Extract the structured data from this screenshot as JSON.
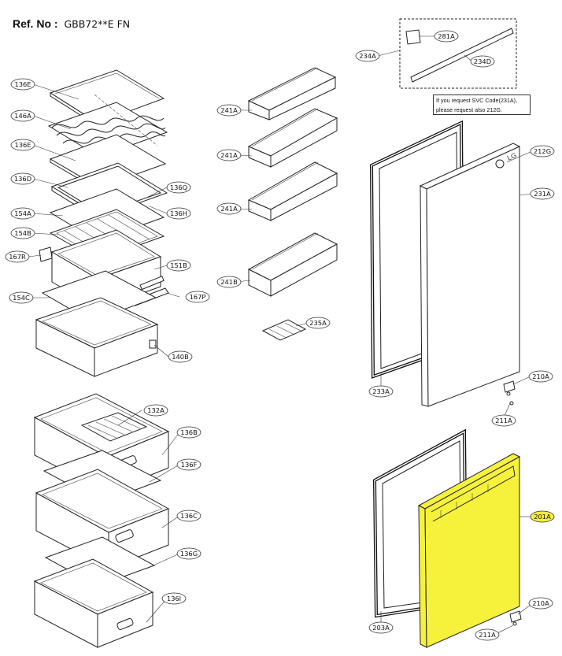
{
  "header": {
    "ref_label": "Ref. No :",
    "ref_value": "GBB72**E FN"
  },
  "note": {
    "line1": "If you request SVC Code(231A),",
    "line2": "please request also 212G."
  },
  "door_logo": "LG",
  "highlight_color": "#f2ee3a",
  "parts": {
    "p136E_top": "136E",
    "p146A": "146A",
    "p136E_mid": "136E",
    "p136D": "136D",
    "p136Q": "136Q",
    "p136H": "136H",
    "p154A": "154A",
    "p154B": "154B",
    "p167R": "167R",
    "p151B": "151B",
    "p154C": "154C",
    "p167P": "167P",
    "p140B": "140B",
    "p132A": "132A",
    "p136B": "136B",
    "p136F": "136F",
    "p136C": "136C",
    "p136G": "136G",
    "p136I": "136I",
    "p241A_1": "241A",
    "p241A_2": "241A",
    "p241A_3": "241A",
    "p241B": "241B",
    "p235A": "235A",
    "p234A": "234A",
    "p281A": "281A",
    "p234D": "234D",
    "p212G": "212G",
    "p231A": "231A",
    "p233A": "233A",
    "p210A_top": "210A",
    "p211A_top": "211A",
    "p201A": "201A",
    "p203A": "203A",
    "p210A_bot": "210A",
    "p211A_bot": "211A"
  }
}
